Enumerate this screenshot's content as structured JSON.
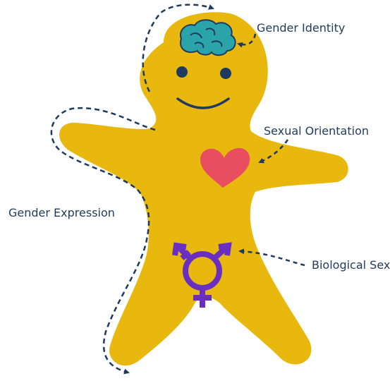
{
  "labels": {
    "gender_identity": "Gender Identity",
    "sexual_orientation": "Sexual Orientation",
    "gender_expression": "Gender Expression",
    "biological_sex": "Biological Sex"
  },
  "icons": {
    "brain": "brain-icon",
    "heart": "heart-icon",
    "sex_symbol": "transgender-symbol-icon"
  },
  "colors": {
    "body": "#e8b80f",
    "brain": "#2aa4a9",
    "heart": "#e94e60",
    "symbol": "#6a2fc0",
    "text": "#1f3a5f",
    "dashes": "#1f3a5f"
  }
}
